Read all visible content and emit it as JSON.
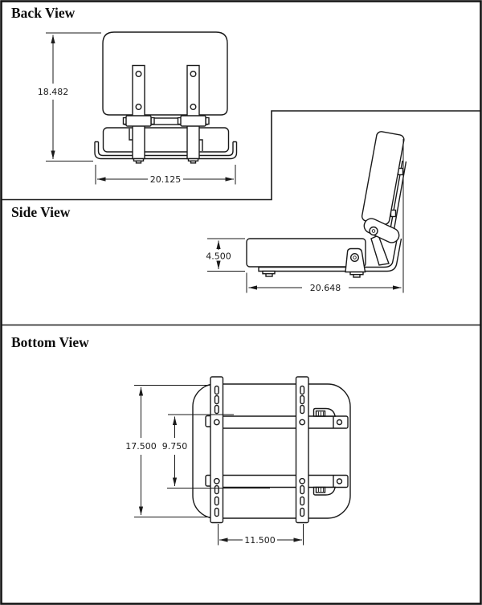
{
  "ink": "#1a1a1a",
  "background": "#ffffff",
  "views": {
    "back": {
      "title": "Back View",
      "dims": {
        "height": "18.482",
        "width": "20.125"
      }
    },
    "side": {
      "title": "Side View",
      "dims": {
        "thickness": "4.500",
        "depth": "20.648"
      }
    },
    "bottom": {
      "title": "Bottom View",
      "dims": {
        "bracket_length": "17.500",
        "hole_span": "9.750",
        "bracket_spacing": "11.500"
      }
    }
  }
}
